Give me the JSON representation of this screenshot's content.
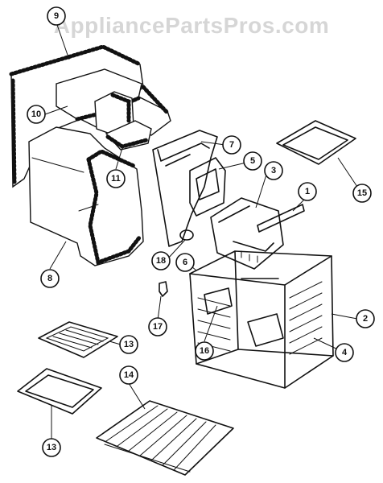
{
  "watermark": "AppliancePartsPros.com",
  "callouts": [
    {
      "id": "c9",
      "label": "9"
    },
    {
      "id": "c10",
      "label": "10"
    },
    {
      "id": "c11",
      "label": "11"
    },
    {
      "id": "c8",
      "label": "8"
    },
    {
      "id": "c7",
      "label": "7"
    },
    {
      "id": "c5",
      "label": "5"
    },
    {
      "id": "c3",
      "label": "3"
    },
    {
      "id": "c1",
      "label": "1"
    },
    {
      "id": "c15",
      "label": "15"
    },
    {
      "id": "c18",
      "label": "18"
    },
    {
      "id": "c6",
      "label": "6"
    },
    {
      "id": "c2",
      "label": "2"
    },
    {
      "id": "c4",
      "label": "4"
    },
    {
      "id": "c16",
      "label": "16"
    },
    {
      "id": "c17",
      "label": "17"
    },
    {
      "id": "c13a",
      "label": "13"
    },
    {
      "id": "c13b",
      "label": "13"
    },
    {
      "id": "c14",
      "label": "14"
    }
  ]
}
